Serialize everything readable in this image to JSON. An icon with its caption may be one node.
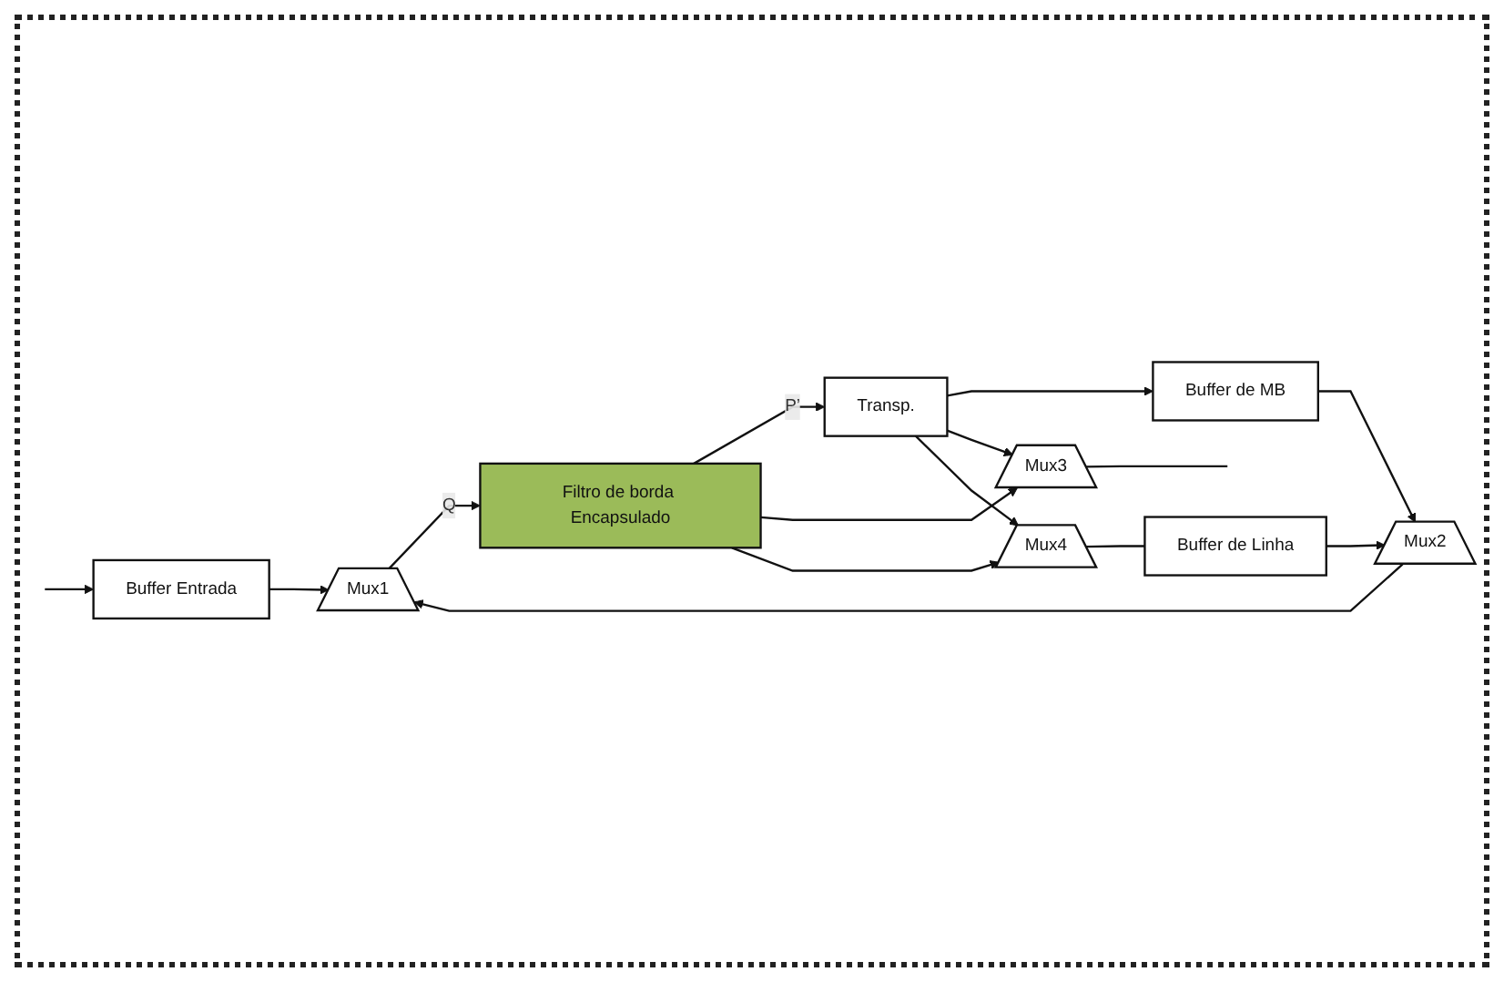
{
  "diagram": {
    "nodes": [
      {
        "text": [
          "Buffer Entrada"
        ]
      },
      {
        "text": [
          "Mux1"
        ]
      },
      {
        "text": [
          "Filtro de borda Encapsulado"
        ]
      },
      {
        "text": [
          "Transp."
        ]
      },
      {
        "text": [
          "Mux3"
        ]
      },
      {
        "text": [
          "Buffer  de MB"
        ]
      },
      {
        "text": [
          "Mux2"
        ]
      },
      {
        "text": [
          "Buffer de Linha"
        ]
      },
      {
        "text": [
          "Mux4"
        ]
      }
    ],
    "edges": [
      {
        "from": null,
        "to": 0,
        "arrow": "to"
      },
      {
        "from": 0,
        "to": 1,
        "arrow": "to"
      },
      {
        "from": 1,
        "to": 2,
        "arrow": "to",
        "label": "Q"
      },
      {
        "from": 2,
        "to": 3,
        "arrow": "to",
        "label": "P’"
      },
      {
        "from": 2,
        "to": 4,
        "arrow": "to"
      },
      {
        "from": 2,
        "to": 8,
        "arrow": "to"
      },
      {
        "from": 3,
        "to": 5,
        "arrow": "to"
      },
      {
        "from": 3,
        "to": 4,
        "arrow": "to"
      },
      {
        "from": 3,
        "to": 8,
        "arrow": "to"
      },
      {
        "from": 5,
        "to": 6,
        "arrow": "to"
      },
      {
        "from": 8,
        "to": 7,
        "arrow": "none"
      },
      {
        "from": 7,
        "to": 6,
        "arrow": "to"
      },
      {
        "from": 6,
        "to": 1,
        "arrow": "to"
      },
      {
        "from": 4,
        "to": null,
        "arrow": "none"
      }
    ]
  }
}
